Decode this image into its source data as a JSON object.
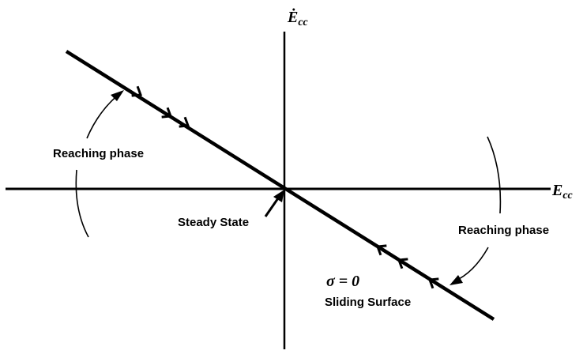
{
  "axes": {
    "x_label": "E",
    "x_label_sub": "cc",
    "y_label": "Ė",
    "y_label_sub": "cc"
  },
  "labels": {
    "reaching_left": "Reaching phase",
    "reaching_right": "Reaching phase",
    "steady_state": "Steady State",
    "sigma": "σ = 0",
    "sliding_surface": "Sliding Surface"
  }
}
